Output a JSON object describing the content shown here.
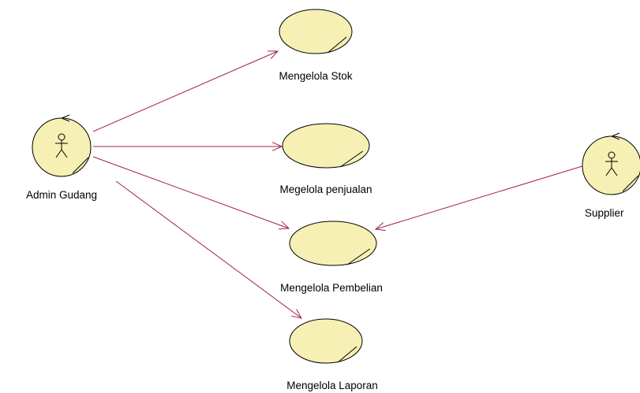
{
  "colors": {
    "node_fill": "#f6f0b4",
    "node_stroke": "#000000",
    "edge": "#a0224a",
    "text": "#000000"
  },
  "actors": [
    {
      "id": "admin",
      "label": "Admin Gudang",
      "icon": "stick-figure-icon"
    },
    {
      "id": "supplier",
      "label": "Supplier",
      "icon": "stick-figure-icon"
    }
  ],
  "use_cases": [
    {
      "id": "uc1",
      "label": "Mengelola Stok"
    },
    {
      "id": "uc2",
      "label": "Megelola penjualan"
    },
    {
      "id": "uc3",
      "label": "Mengelola Pembelian"
    },
    {
      "id": "uc4",
      "label": "Mengelola Laporan"
    }
  ],
  "edges": [
    {
      "from": "admin",
      "to": "uc1"
    },
    {
      "from": "admin",
      "to": "uc2"
    },
    {
      "from": "admin",
      "to": "uc3"
    },
    {
      "from": "admin",
      "to": "uc4"
    },
    {
      "from": "supplier",
      "to": "uc3"
    }
  ]
}
